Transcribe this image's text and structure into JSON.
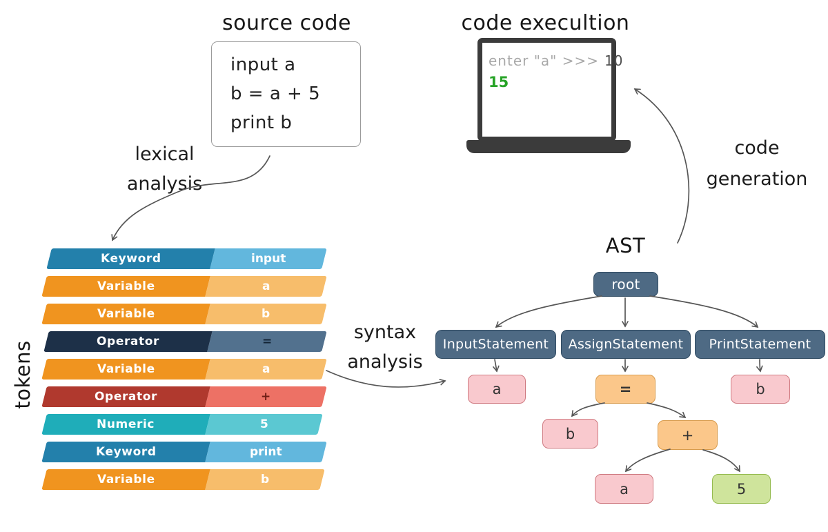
{
  "titles": {
    "source_code": "source code",
    "code_execution": "code execultion",
    "ast": "AST",
    "tokens": "tokens"
  },
  "labels": {
    "lexical": [
      "lexical",
      "analysis"
    ],
    "syntax": [
      "syntax",
      "analysis"
    ],
    "codegen": [
      "code",
      "generation"
    ]
  },
  "source_code": {
    "lines": [
      "input a",
      "b = a + 5",
      "print b"
    ]
  },
  "terminal": {
    "prompt": "enter \"a\" >>>",
    "input_value": "10",
    "output_value": "15",
    "prompt_colors": {
      "text": "#a8a8a8"
    },
    "input_colors": {
      "text": "#4f4f4f"
    },
    "output_colors": {
      "text": "#27a327"
    }
  },
  "tokens": [
    {
      "type": "Keyword",
      "value": "input",
      "left": {
        "bg": "#2380ab",
        "text": "#ffffff"
      },
      "right": {
        "bg": "#62b7dd",
        "text": "#ffffff"
      }
    },
    {
      "type": "Variable",
      "value": "a",
      "left": {
        "bg": "#f0941f",
        "text": "#ffffff"
      },
      "right": {
        "bg": "#f7bd6b",
        "text": "#ffffff"
      }
    },
    {
      "type": "Variable",
      "value": "b",
      "left": {
        "bg": "#f0941f",
        "text": "#ffffff"
      },
      "right": {
        "bg": "#f7bd6b",
        "text": "#ffffff"
      }
    },
    {
      "type": "Operator",
      "value": "=",
      "left": {
        "bg": "#1d3048",
        "text": "#ffffff"
      },
      "right": {
        "bg": "#52718e",
        "text": "#132435"
      }
    },
    {
      "type": "Variable",
      "value": "a",
      "left": {
        "bg": "#f0941f",
        "text": "#ffffff"
      },
      "right": {
        "bg": "#f7bd6b",
        "text": "#ffffff"
      }
    },
    {
      "type": "Operator",
      "value": "+",
      "left": {
        "bg": "#b0392e",
        "text": "#ffffff"
      },
      "right": {
        "bg": "#ed7165",
        "text": "#6d1d15"
      }
    },
    {
      "type": "Numeric",
      "value": "5",
      "left": {
        "bg": "#1fadb9",
        "text": "#ffffff"
      },
      "right": {
        "bg": "#5bc8d2",
        "text": "#ffffff"
      }
    },
    {
      "type": "Keyword",
      "value": "print",
      "left": {
        "bg": "#2380ab",
        "text": "#ffffff"
      },
      "right": {
        "bg": "#62b7dd",
        "text": "#ffffff"
      }
    },
    {
      "type": "Variable",
      "value": "b",
      "left": {
        "bg": "#f0941f",
        "text": "#ffffff"
      },
      "right": {
        "bg": "#f7bd6b",
        "text": "#ffffff"
      }
    }
  ],
  "ast": {
    "root": {
      "label": "root",
      "colors": {
        "bg": "#4e6a84",
        "border": "#2f4a61",
        "text": "#ffffff"
      }
    },
    "statements": [
      {
        "label": "InputStatement",
        "colors": {
          "bg": "#4e6a84",
          "border": "#2f4a61",
          "text": "#ffffff"
        }
      },
      {
        "label": "AssignStatement",
        "colors": {
          "bg": "#4e6a84",
          "border": "#2f4a61",
          "text": "#ffffff"
        }
      },
      {
        "label": "PrintStatement",
        "colors": {
          "bg": "#4e6a84",
          "border": "#2f4a61",
          "text": "#ffffff"
        }
      }
    ],
    "leaves": {
      "input_arg": {
        "label": "a",
        "colors": {
          "bg": "#f9c9ce",
          "border": "#cf7a81",
          "text": "#333333"
        }
      },
      "assign_op": {
        "label": "=",
        "colors": {
          "bg": "#fbc78a",
          "border": "#d89c4e",
          "text": "#333333"
        }
      },
      "assign_target": {
        "label": "b",
        "colors": {
          "bg": "#f9c9ce",
          "border": "#cf7a81",
          "text": "#333333"
        }
      },
      "plus_op": {
        "label": "+",
        "colors": {
          "bg": "#fbc78a",
          "border": "#d89c4e",
          "text": "#333333"
        }
      },
      "plus_left": {
        "label": "a",
        "colors": {
          "bg": "#f9c9ce",
          "border": "#cf7a81",
          "text": "#333333"
        }
      },
      "plus_right": {
        "label": "5",
        "colors": {
          "bg": "#cfe49c",
          "border": "#95bb4f",
          "text": "#333333"
        }
      },
      "print_arg": {
        "label": "b",
        "colors": {
          "bg": "#f9c9ce",
          "border": "#cf7a81",
          "text": "#333333"
        }
      }
    }
  }
}
